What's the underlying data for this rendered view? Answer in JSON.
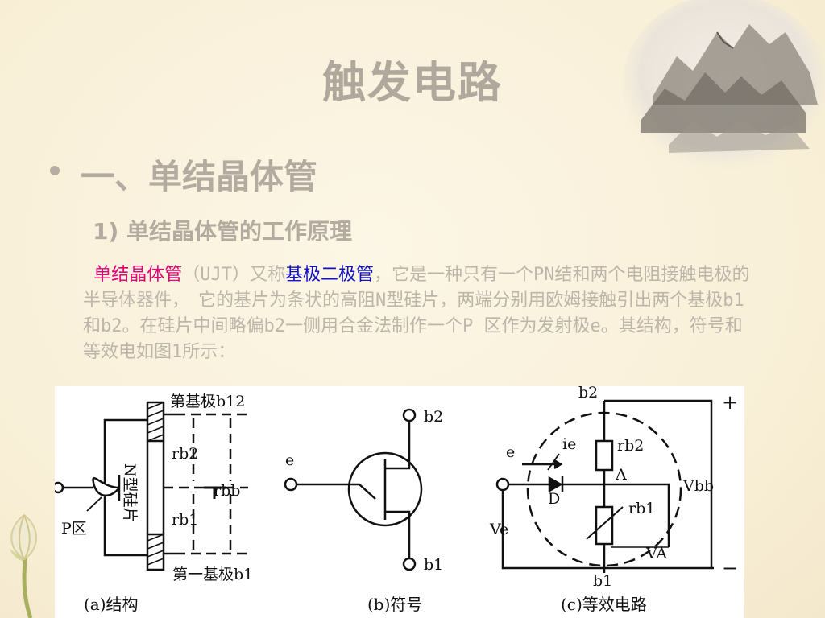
{
  "slide": {
    "title": "触发电路",
    "heading1": "一、单结晶体管",
    "heading2": "1) 单结晶体管的工作原理",
    "paragraph": {
      "red_term": "单结晶体管",
      "seg1": "（UJT）又称",
      "blue_term": "基极二极管",
      "seg2": "，它是一种只有一个PN结和两个电阻接触电极的半导体器件，　它的基片为条状的高阻N型硅片，两端分别用欧姆接触引出两个基极b1和b2。在硅片中间略偏b2一侧用合金法制作一个P 区作为发射极e。其结构，符号和等效电如图1所示："
    }
  },
  "figure": {
    "structure": {
      "label_b2": "第基极b12",
      "label_b1": "第一基极b1",
      "label_rb2": "rb2",
      "label_rb1": "rb1",
      "label_rbb": "rbb",
      "label_p": "P区",
      "label_n": "N型硅片",
      "caption": "(a)结构"
    },
    "symbol": {
      "label_e": "e",
      "label_b2": "b2",
      "label_b1": "b1",
      "caption": "(b)符号"
    },
    "equivalent": {
      "label_b2": "b2",
      "label_b1": "b1",
      "label_e": "e",
      "label_ie": "ie",
      "label_rb2": "rb2",
      "label_rb1": "rb1",
      "label_a": "A",
      "label_d": "D",
      "label_ve": "Ve",
      "label_va": "VA",
      "label_vbb": "Vbb",
      "label_plus": "+",
      "label_minus": "−",
      "caption": "(c)等效电路"
    }
  }
}
